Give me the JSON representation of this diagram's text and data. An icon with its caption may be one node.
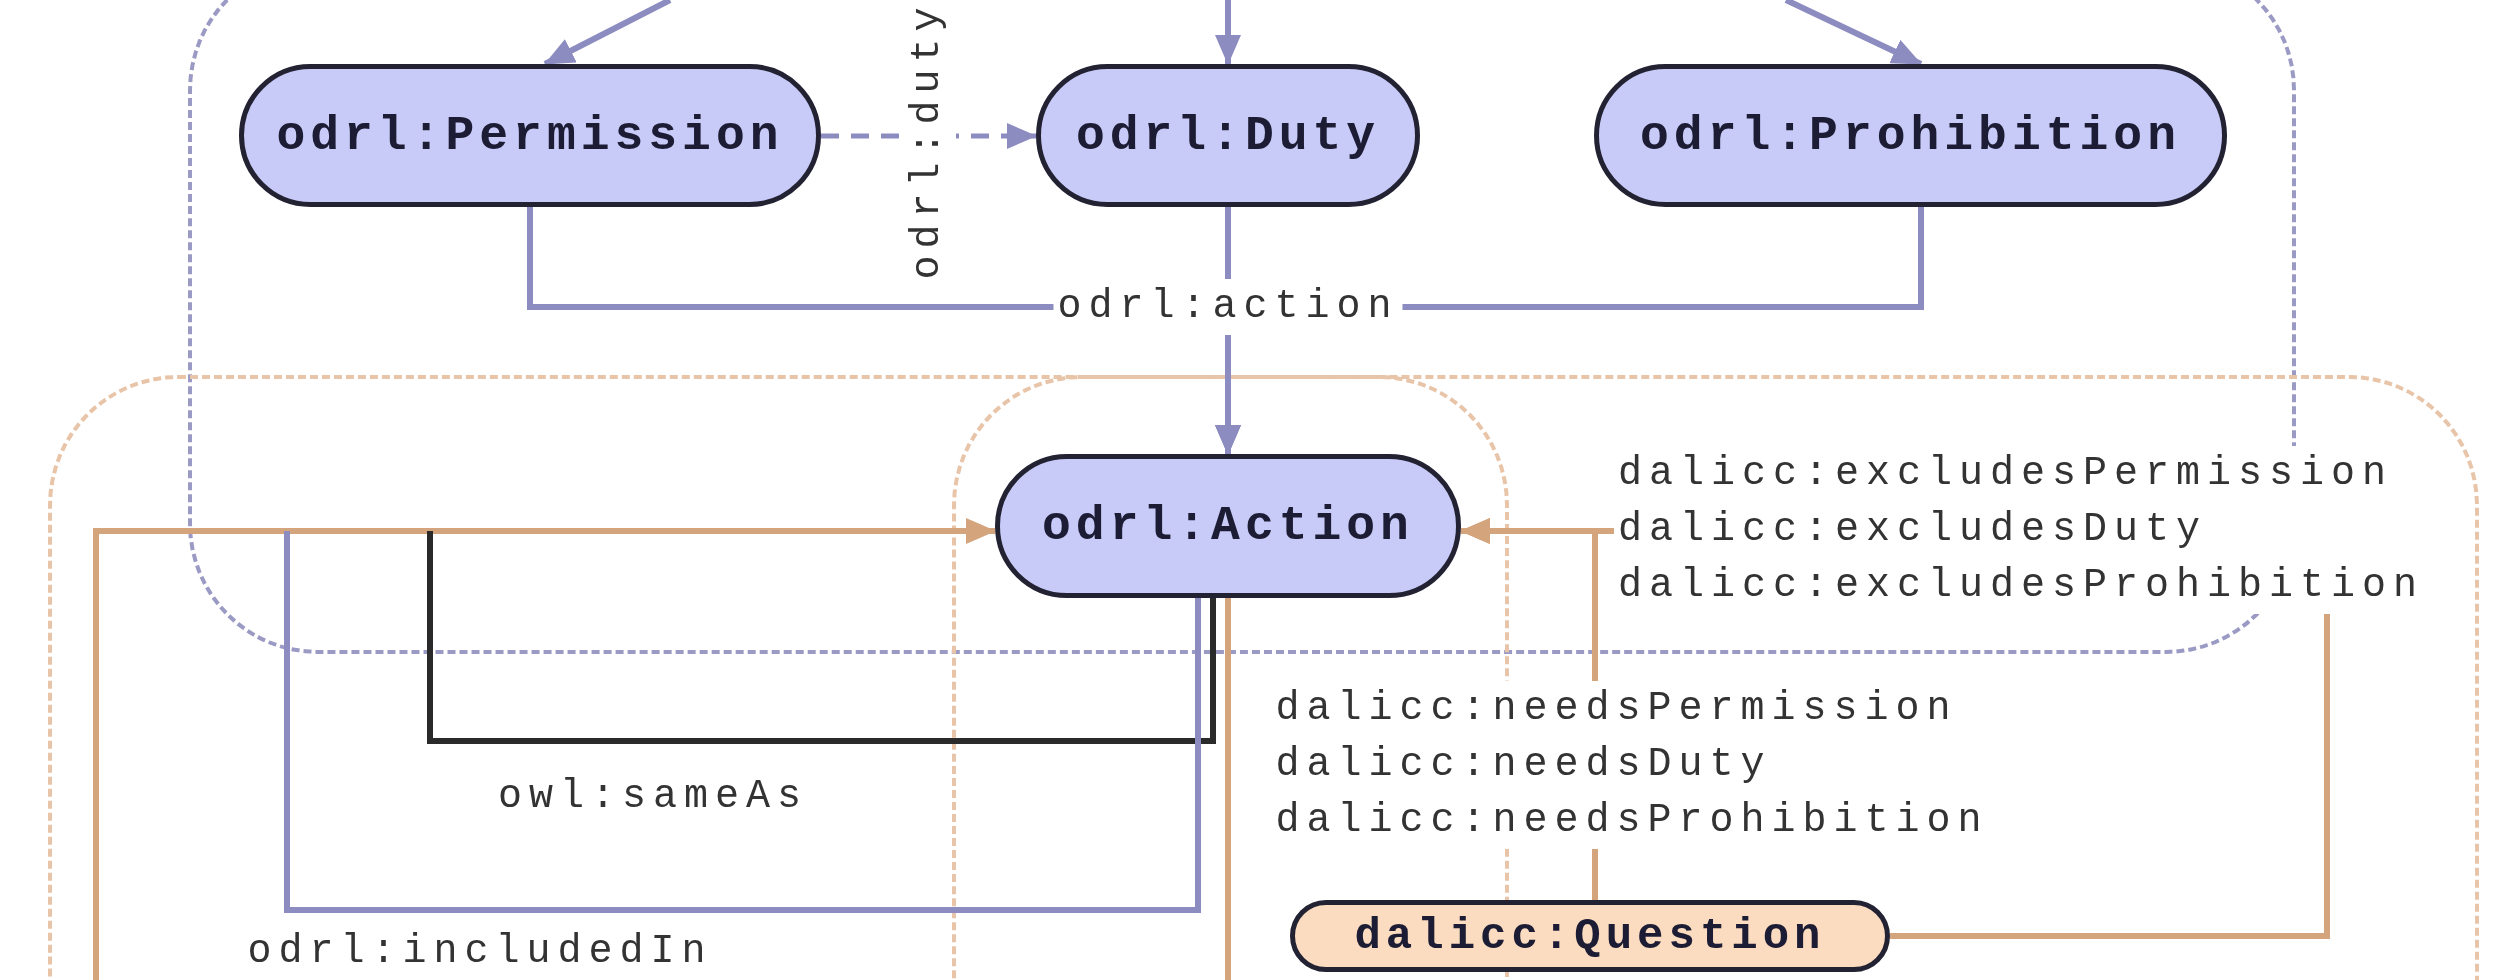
{
  "diagram": {
    "nodes": [
      {
        "text": [
          "odrl:Permission"
        ]
      },
      {
        "text": [
          "odrl:Duty"
        ]
      },
      {
        "text": [
          "odrl:Prohibition"
        ]
      },
      {
        "text": [
          "odrl:Action"
        ]
      },
      {
        "text": [
          "dalicc:Question"
        ]
      }
    ],
    "edges": [
      {
        "from": null,
        "to": 0,
        "arrow": "to"
      },
      {
        "from": null,
        "to": 1,
        "arrow": "to"
      },
      {
        "from": null,
        "to": 2,
        "arrow": "to"
      },
      {
        "from": 0,
        "to": 1,
        "arrow": "to",
        "style": "dashed",
        "label": "odrl:duty"
      },
      {
        "from": 0,
        "to": 3,
        "arrow": "to"
      },
      {
        "from": 1,
        "to": 3,
        "arrow": "to",
        "label": "odrl:action"
      },
      {
        "from": 2,
        "to": 3,
        "arrow": "to"
      },
      {
        "from": null,
        "to": 3,
        "arrow": "to",
        "color": "#d4a47c"
      },
      {
        "from": 4,
        "to": 3,
        "arrow": "to",
        "color": "#d4a47c",
        "label": "dalicc:needsPermission dalicc:needsDuty dalicc:needsProhibition"
      },
      {
        "from": 4,
        "to": 3,
        "arrow": "to",
        "color": "#d4a47c",
        "label": "dalicc:excludesPermission dalicc:excludesDuty dalicc:excludesProhibition"
      },
      {
        "from": 3,
        "to": null,
        "arrow": "none",
        "color": "#d4a47c"
      },
      {
        "from": 3,
        "to": null,
        "arrow": "none",
        "color": "#2a2a2a",
        "label": "owl:sameAs"
      },
      {
        "from": 3,
        "to": null,
        "arrow": "none",
        "label": "odrl:includedIn"
      }
    ]
  }
}
